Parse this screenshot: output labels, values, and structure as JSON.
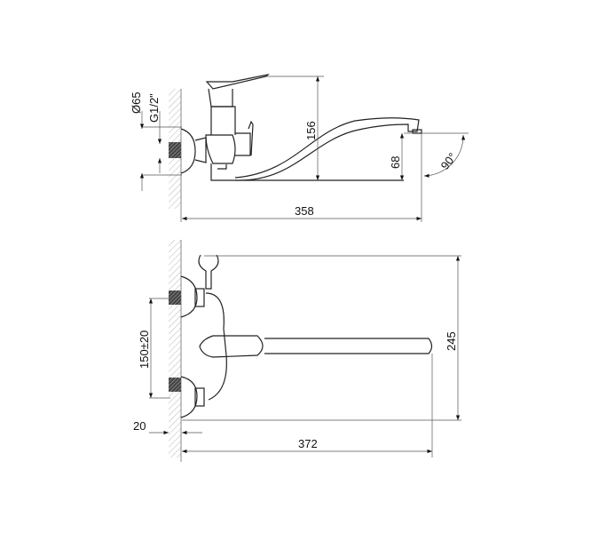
{
  "side_view": {
    "dimensions": {
      "diameter": "Ø65",
      "thread": "G1/2\"",
      "height": "156",
      "spout_height": "68",
      "angle": "90°",
      "length": "358"
    }
  },
  "top_view": {
    "dimensions": {
      "spacing": "150±20",
      "depth": "245",
      "wall_offset": "20",
      "length": "372"
    }
  }
}
